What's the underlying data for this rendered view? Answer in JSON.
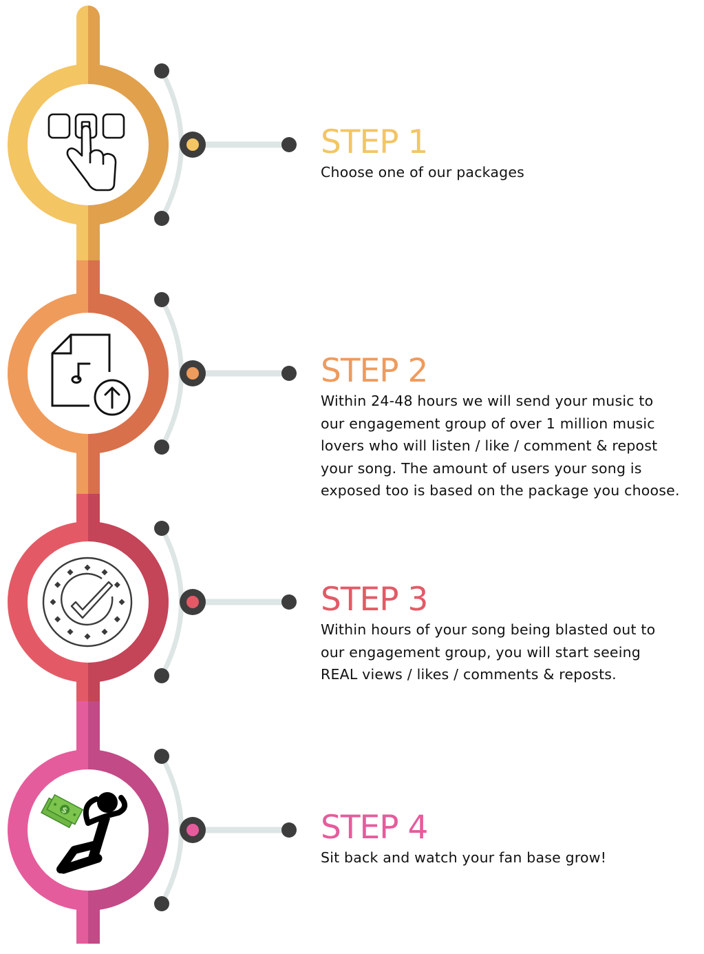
{
  "steps": [
    {
      "title": "STEP 1",
      "description": "Choose one of our packages",
      "icon": "hand-pointer-buttons-icon",
      "colors": {
        "light": "#f3c563",
        "dark": "#e0a04c",
        "accent": "#f3c563"
      }
    },
    {
      "title": "STEP 2",
      "description": "Within 24-48 hours we will send your music to our engagement group of over 1 million music lovers who will listen / like / comment & repost your song. The amount of users your song is exposed too is based on the package you choose.",
      "description_lines": [
        "Within 24-48 hours we will send your music to",
        "our engagement group of over 1 million music",
        "lovers who will listen / like / comment & repost",
        "your song. The amount of users your song is",
        "exposed too is based on the package you choose."
      ],
      "icon": "music-file-upload-icon",
      "colors": {
        "light": "#ef9b5c",
        "dark": "#d8704c",
        "accent": "#ef9b5c"
      }
    },
    {
      "title": "STEP 3",
      "description_lines": [
        "Within hours of your song being blasted out to",
        "our engagement group, you will start seeing",
        "REAL views / likes / comments & reposts."
      ],
      "icon": "verified-check-badge-icon",
      "colors": {
        "light": "#e35a66",
        "dark": "#c44458",
        "accent": "#e35a66"
      }
    },
    {
      "title": "STEP 4",
      "description": "Sit back and watch your fan base grow!",
      "icon": "relaxing-person-with-money-icon",
      "colors": {
        "light": "#e55c9c",
        "dark": "#c24a86",
        "accent": "#e55c9c"
      }
    }
  ],
  "connector_colors": {
    "arc": "#dde5e5",
    "dot": "#3d3d3d"
  }
}
